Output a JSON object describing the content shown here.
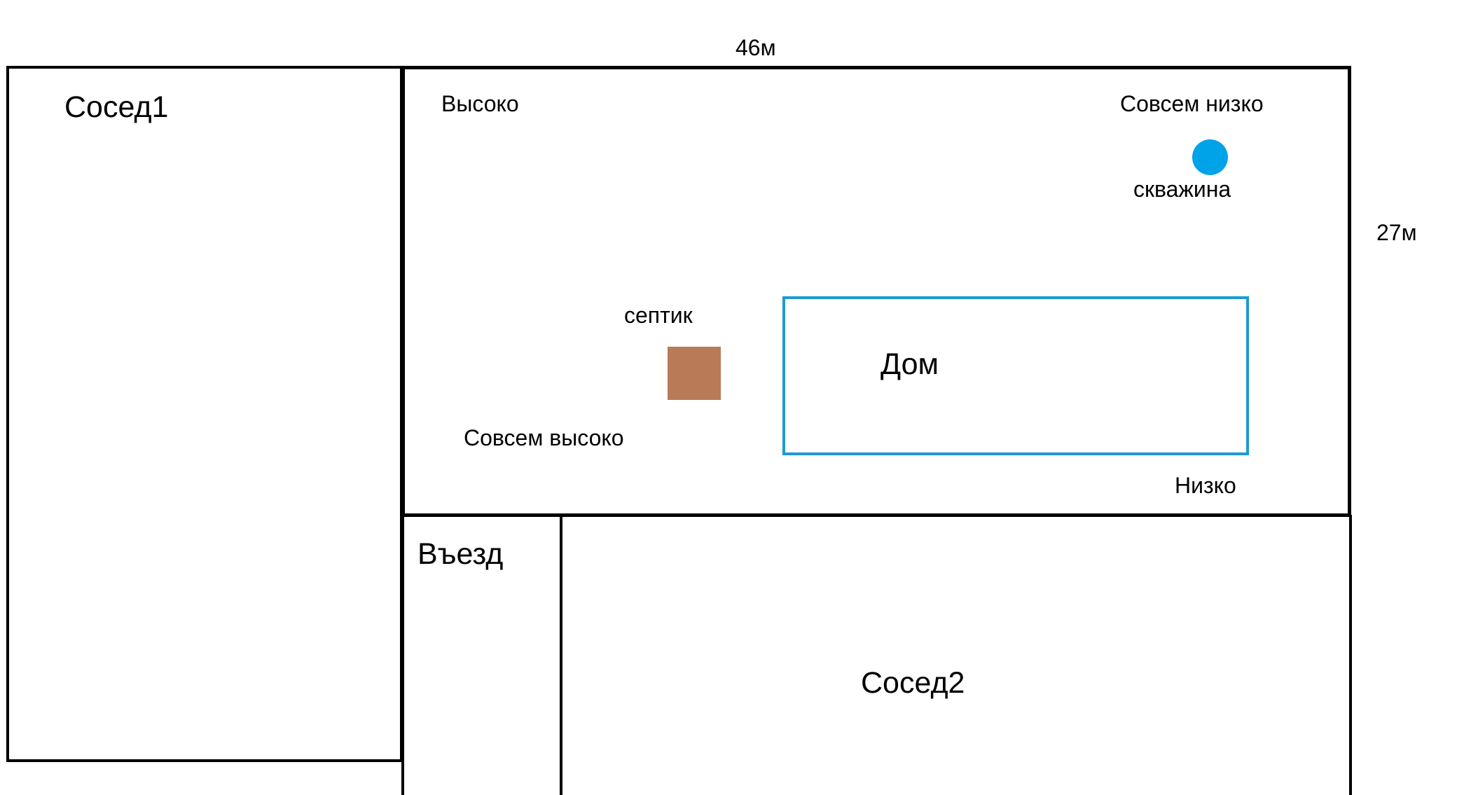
{
  "dimensions": {
    "width_label": "46м",
    "height_label": "27м"
  },
  "regions": {
    "neighbor1": "Сосед1",
    "neighbor2": "Сосед2",
    "entrance": "Въезд",
    "house": "Дом"
  },
  "elevation_labels": {
    "high": "Высоко",
    "very_low": "Совсем низко",
    "very_high": "Совсем высоко",
    "low": "Низко"
  },
  "objects": {
    "well": "скважина",
    "septic": "септик"
  },
  "colors": {
    "line": "#000000",
    "house_outline": "#1b9bd1",
    "well": "#00a2e8",
    "septic": "#b97a57"
  }
}
